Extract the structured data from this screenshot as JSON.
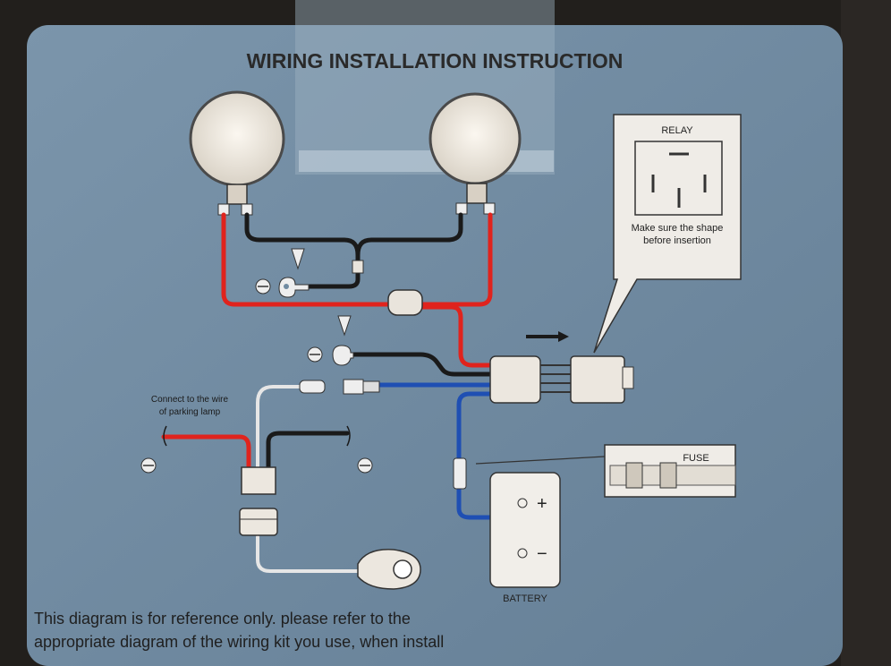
{
  "title": "WIRING INSTALLATION INSTRUCTION",
  "relay_box": {
    "label": "RELAY",
    "note_line1": "Make sure the shape",
    "note_line2": "before insertion"
  },
  "fuse_label": "FUSE",
  "parking_note": {
    "line1": "Connect to the wire",
    "line2": "of parking lamp"
  },
  "battery": {
    "label": "BATTERY",
    "plus": "+",
    "minus": "−"
  },
  "footer": {
    "line1": "This diagram is for reference only.  please refer to the",
    "line2": "appropriate diagram of the wiring kit you use, when install"
  },
  "colors": {
    "panel": "#6f8aa1",
    "wire_red": "#e0231d",
    "wire_black": "#1a1a1a",
    "wire_blue": "#1f4fb3",
    "wire_white": "#e6e6e6"
  }
}
